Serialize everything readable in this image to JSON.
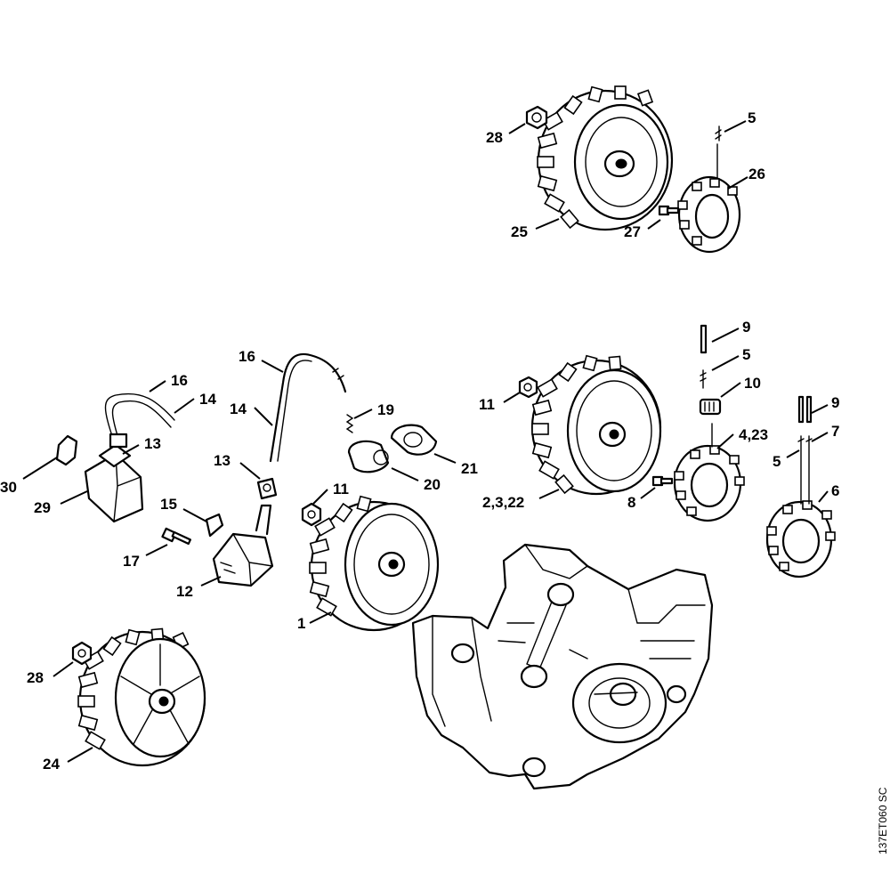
{
  "diagram": {
    "labels": {
      "l28a": "28",
      "l5a": "5",
      "l26": "26",
      "l27": "27",
      "l25": "25",
      "l9a": "9",
      "l5b": "5",
      "l10": "10",
      "l11a": "11",
      "l4_23": "4,23",
      "l9b": "9",
      "l7": "7",
      "l5c": "5",
      "l6": "6",
      "l2_3_22": "2,3,22",
      "l8": "8",
      "l16a": "16",
      "l14a": "14",
      "l16b": "16",
      "l14b": "14",
      "l19": "19",
      "l13a": "13",
      "l13b": "13",
      "l30": "30",
      "l29": "29",
      "l11b": "11",
      "l21": "21",
      "l20": "20",
      "l15": "15",
      "l17": "17",
      "l12": "12",
      "l1": "1",
      "l28b": "28",
      "l24": "24"
    },
    "document_id": "137ET060 SC"
  }
}
